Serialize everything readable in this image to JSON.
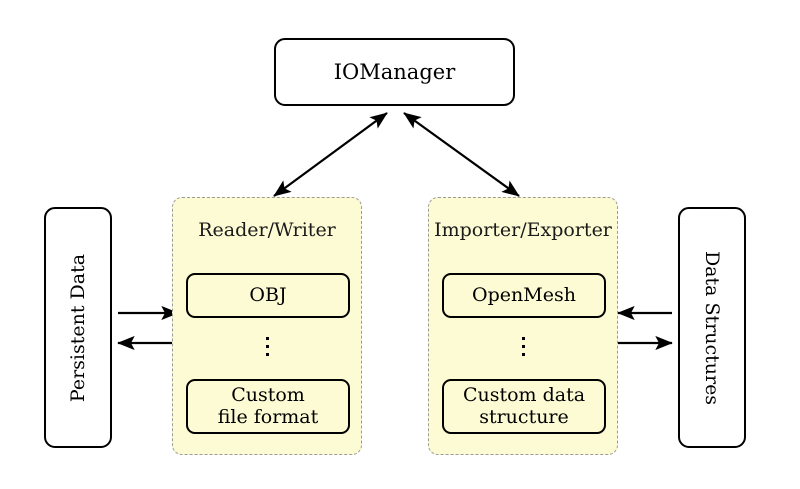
{
  "diagram": {
    "title_node": {
      "label": "IOManager"
    },
    "left_external": {
      "label": "Persistent Data",
      "orientation": "rotated-ccw"
    },
    "right_external": {
      "label": "Data Structures",
      "orientation": "rotated-cw"
    },
    "groups": [
      {
        "id": "reader-writer",
        "title": "Reader/Writer",
        "items": [
          {
            "label": "OBJ"
          },
          {
            "label": "Custom\nfile format",
            "line1": "Custom",
            "line2": "file format"
          }
        ],
        "ellipsis": "⋮"
      },
      {
        "id": "importer-exporter",
        "title": "Importer/Exporter",
        "items": [
          {
            "label": "OpenMesh"
          },
          {
            "label": "Custom data\nstructure",
            "line1": "Custom data",
            "line2": "structure"
          }
        ],
        "ellipsis": "⋮"
      }
    ],
    "connections": [
      {
        "from": "IOManager",
        "to": "Reader/Writer",
        "type": "double-arrow"
      },
      {
        "from": "IOManager",
        "to": "Importer/Exporter",
        "type": "double-arrow"
      },
      {
        "from": "Persistent Data",
        "to": "Reader/Writer",
        "type": "arrow-right"
      },
      {
        "from": "Reader/Writer",
        "to": "Persistent Data",
        "type": "arrow-left"
      },
      {
        "from": "Importer/Exporter",
        "to": "Data Structures",
        "type": "arrow-left"
      },
      {
        "from": "Data Structures",
        "to": "Importer/Exporter",
        "type": "arrow-right"
      }
    ],
    "colors": {
      "group_fill": "#fdfbd4",
      "group_border": "#9b9b9b",
      "node_border": "#000000",
      "node_fill": "#ffffff",
      "background": "#ffffff",
      "text": "#000000"
    }
  }
}
